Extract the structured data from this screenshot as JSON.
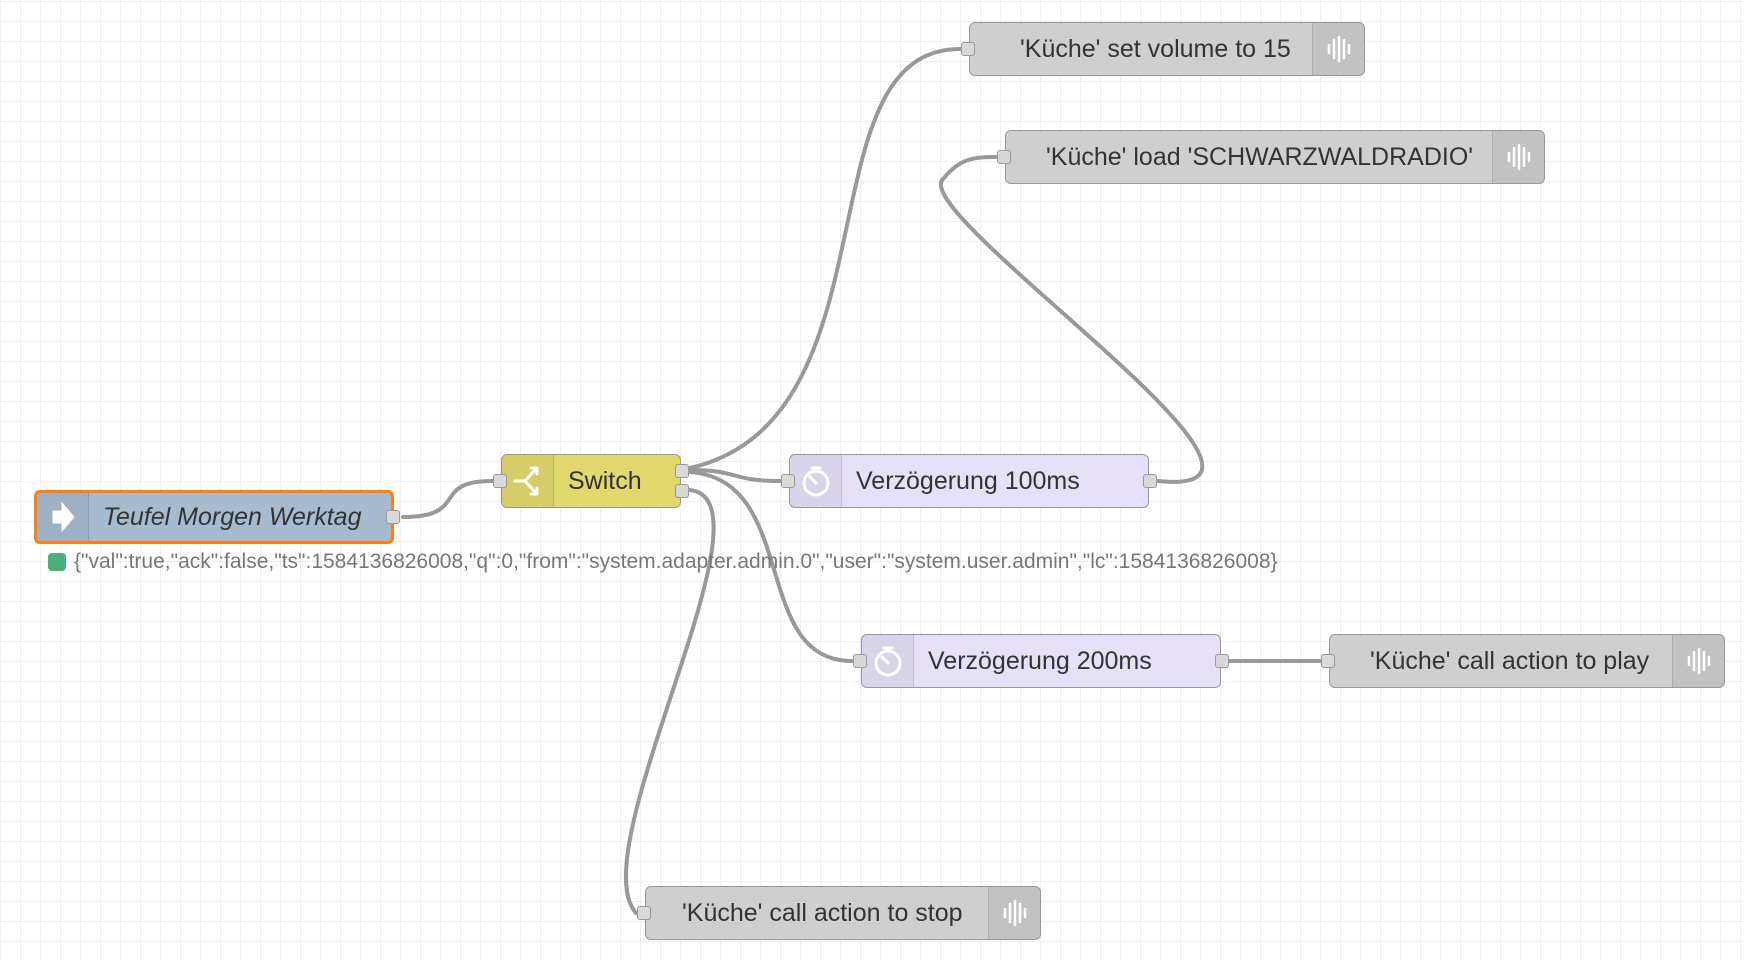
{
  "colors": {
    "inject": "#a6bbcf",
    "switch": "#e2d96e",
    "delay": "#e6e0f8",
    "device": "#cfcfcf",
    "selected_border": "#ff7f0e",
    "status_dot": "#4caf7d",
    "wire": "#999999"
  },
  "nodes": {
    "inject": {
      "label": "Teufel Morgen Werktag",
      "icon": "arrow-in-icon"
    },
    "switch": {
      "label": "Switch",
      "icon": "switch-branch-icon"
    },
    "delay100": {
      "label": "Verzögerung 100ms",
      "icon": "timer-icon"
    },
    "delay200": {
      "label": "Verzögerung 200ms",
      "icon": "timer-icon"
    },
    "volume": {
      "label": "'Küche' set volume to 15",
      "icon": "speaker-icon"
    },
    "load": {
      "label": "'Küche' load 'SCHWARZWALDRADIO'",
      "icon": "speaker-icon"
    },
    "play": {
      "label": "'Küche' call action to play",
      "icon": "speaker-icon"
    },
    "stop": {
      "label": "'Küche' call action to stop",
      "icon": "speaker-icon"
    }
  },
  "status": {
    "text": "{\"val\":true,\"ack\":false,\"ts\":1584136826008,\"q\":0,\"from\":\"system.adapter.admin.0\",\"user\":\"system.user.admin\",\"lc\":1584136826008}"
  }
}
